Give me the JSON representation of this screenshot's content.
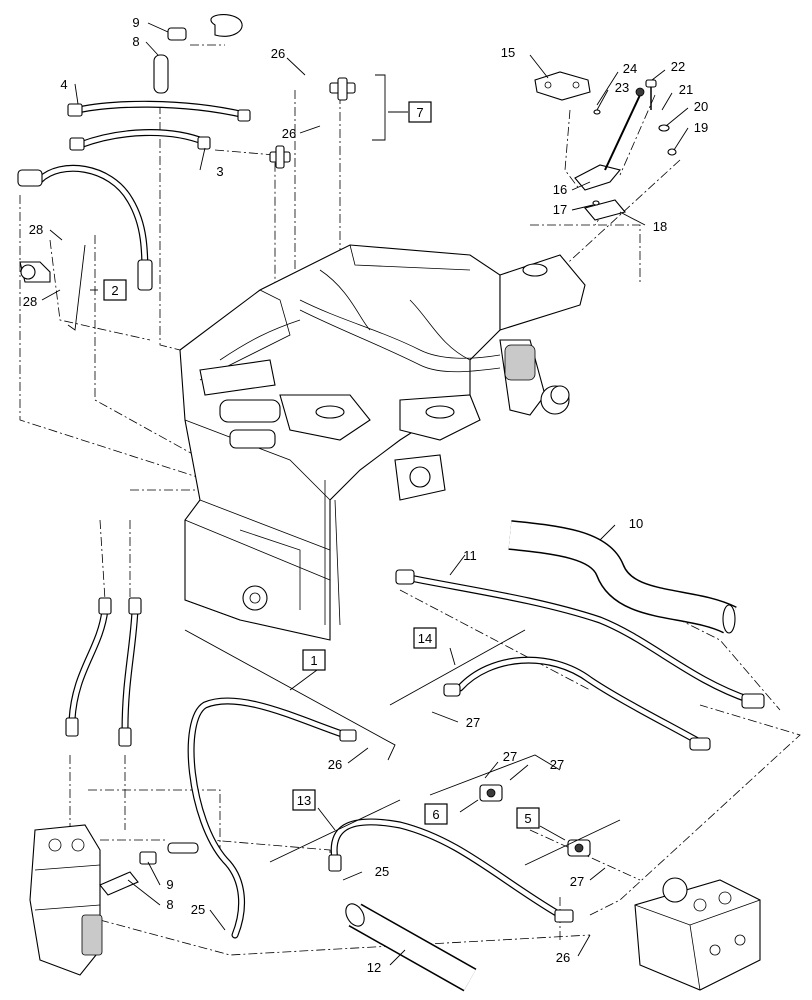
{
  "figure": {
    "callouts": {
      "c1": "1",
      "c2": "2",
      "c3": "3",
      "c4": "4",
      "c5": "5",
      "c6": "6",
      "c7": "7",
      "c8a": "8",
      "c8b": "8",
      "c9a": "9",
      "c9b": "9",
      "c10": "10",
      "c11": "11",
      "c12": "12",
      "c13": "13",
      "c14": "14",
      "c15": "15",
      "c16": "16",
      "c17": "17",
      "c18": "18",
      "c19": "19",
      "c20": "20",
      "c21": "21",
      "c22": "22",
      "c23": "23",
      "c24": "24",
      "c25a": "25",
      "c25b": "25",
      "c26a": "26",
      "c26b": "26",
      "c26c": "26",
      "c26d": "26",
      "c27a": "27",
      "c27b": "27",
      "c27c": "27",
      "c27d": "27",
      "c28a": "28",
      "c28b": "28"
    }
  }
}
